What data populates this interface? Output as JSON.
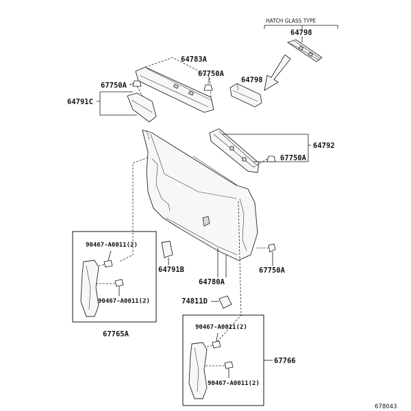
{
  "caption_hatch": "HATCH GLASS TYPE",
  "figure_id": "678043",
  "labels": {
    "p64798_top": "64798",
    "p64798_mid": "64798",
    "p64783A": "64783A",
    "p67750A_top": "67750A",
    "p67750A_left": "67750A",
    "p64791C": "64791C",
    "p64792": "64792",
    "p67750A_right": "67750A",
    "p90467_a": "90467-A0011(2)",
    "p90467_b": "90467-A0011(2)",
    "p64791B": "64791B",
    "p64780A": "64780A",
    "p67750A_low": "67750A",
    "p74811D": "74811D",
    "p67765A": "67765A",
    "p90467_c": "90467-A0011(2)",
    "p90467_d": "90467-A0011(2)",
    "p67766": "67766"
  }
}
